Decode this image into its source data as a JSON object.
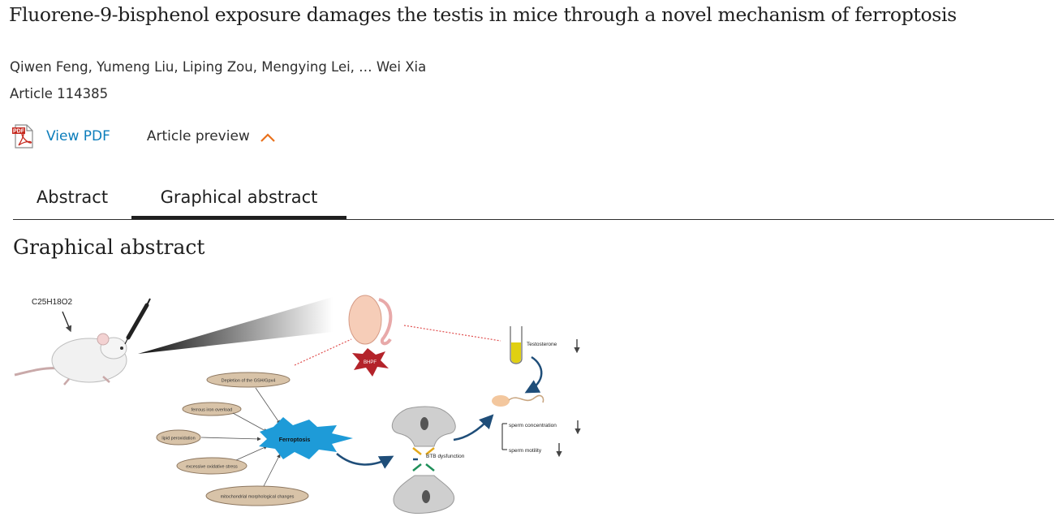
{
  "article": {
    "title": "Fluorene-9-bisphenol exposure damages the testis in mice through a novel mechanism of ferroptosis",
    "authors": "Qiwen Feng, Yumeng Liu, Liping Zou, Mengying Lei, … Wei Xia",
    "article_number": "Article 114385"
  },
  "actions": {
    "pdf_label": "View PDF",
    "pdf_icon_text": "PDF",
    "preview_label": "Article preview",
    "accent_color": "#e9711c"
  },
  "tabs": [
    {
      "label": "Abstract",
      "active": false
    },
    {
      "label": "Graphical abstract",
      "active": true
    }
  ],
  "section_heading": "Graphical abstract",
  "graphical_abstract": {
    "formula": "C25H18O2",
    "bhpf": "BHPF",
    "ferroptosis": "Ferroptosis",
    "causes": [
      "Depletion of the GSH/Gpx4",
      "ferrous iron overload",
      "lipid peroxidation",
      "excessive oxidative stress",
      "mitochondrial morphological changes"
    ],
    "testosterone": "Testosterone",
    "btb": "BTB dysfunction",
    "sperm_concentration": "sperm concentration",
    "sperm_motility": "sperm motility"
  }
}
